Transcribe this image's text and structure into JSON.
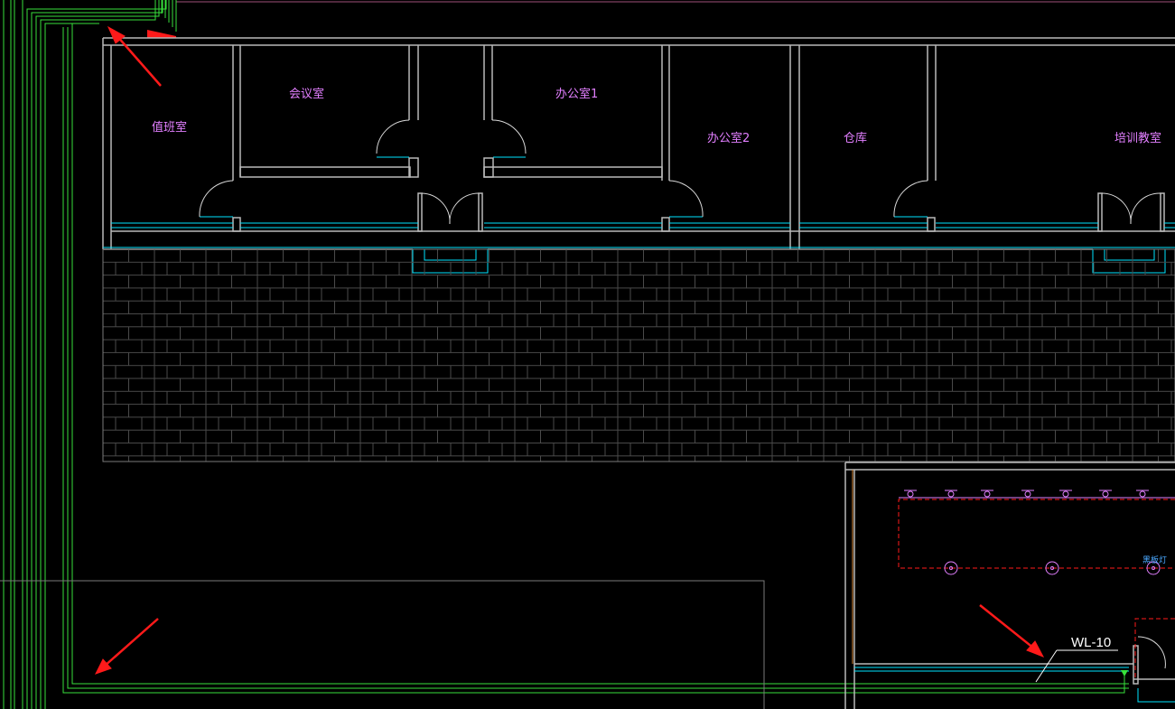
{
  "drawing": {
    "background": "#000000",
    "wall_color": "#b9b9b9",
    "door_color": "#00e5ff",
    "circuit_color": "#37e13b",
    "annotation_color": "#ff1a1a",
    "label_color": "#e27fff"
  },
  "rooms": [
    {
      "id": "duty",
      "label": "值班室"
    },
    {
      "id": "meeting",
      "label": "会议室"
    },
    {
      "id": "office1",
      "label": "办公室1"
    },
    {
      "id": "office2",
      "label": "办公室2"
    },
    {
      "id": "storage",
      "label": "仓库"
    },
    {
      "id": "training",
      "label": "培训教室"
    }
  ],
  "wiring": {
    "line_label": "WL-10"
  },
  "lower_room": {
    "fixture_text": "黑板灯"
  }
}
